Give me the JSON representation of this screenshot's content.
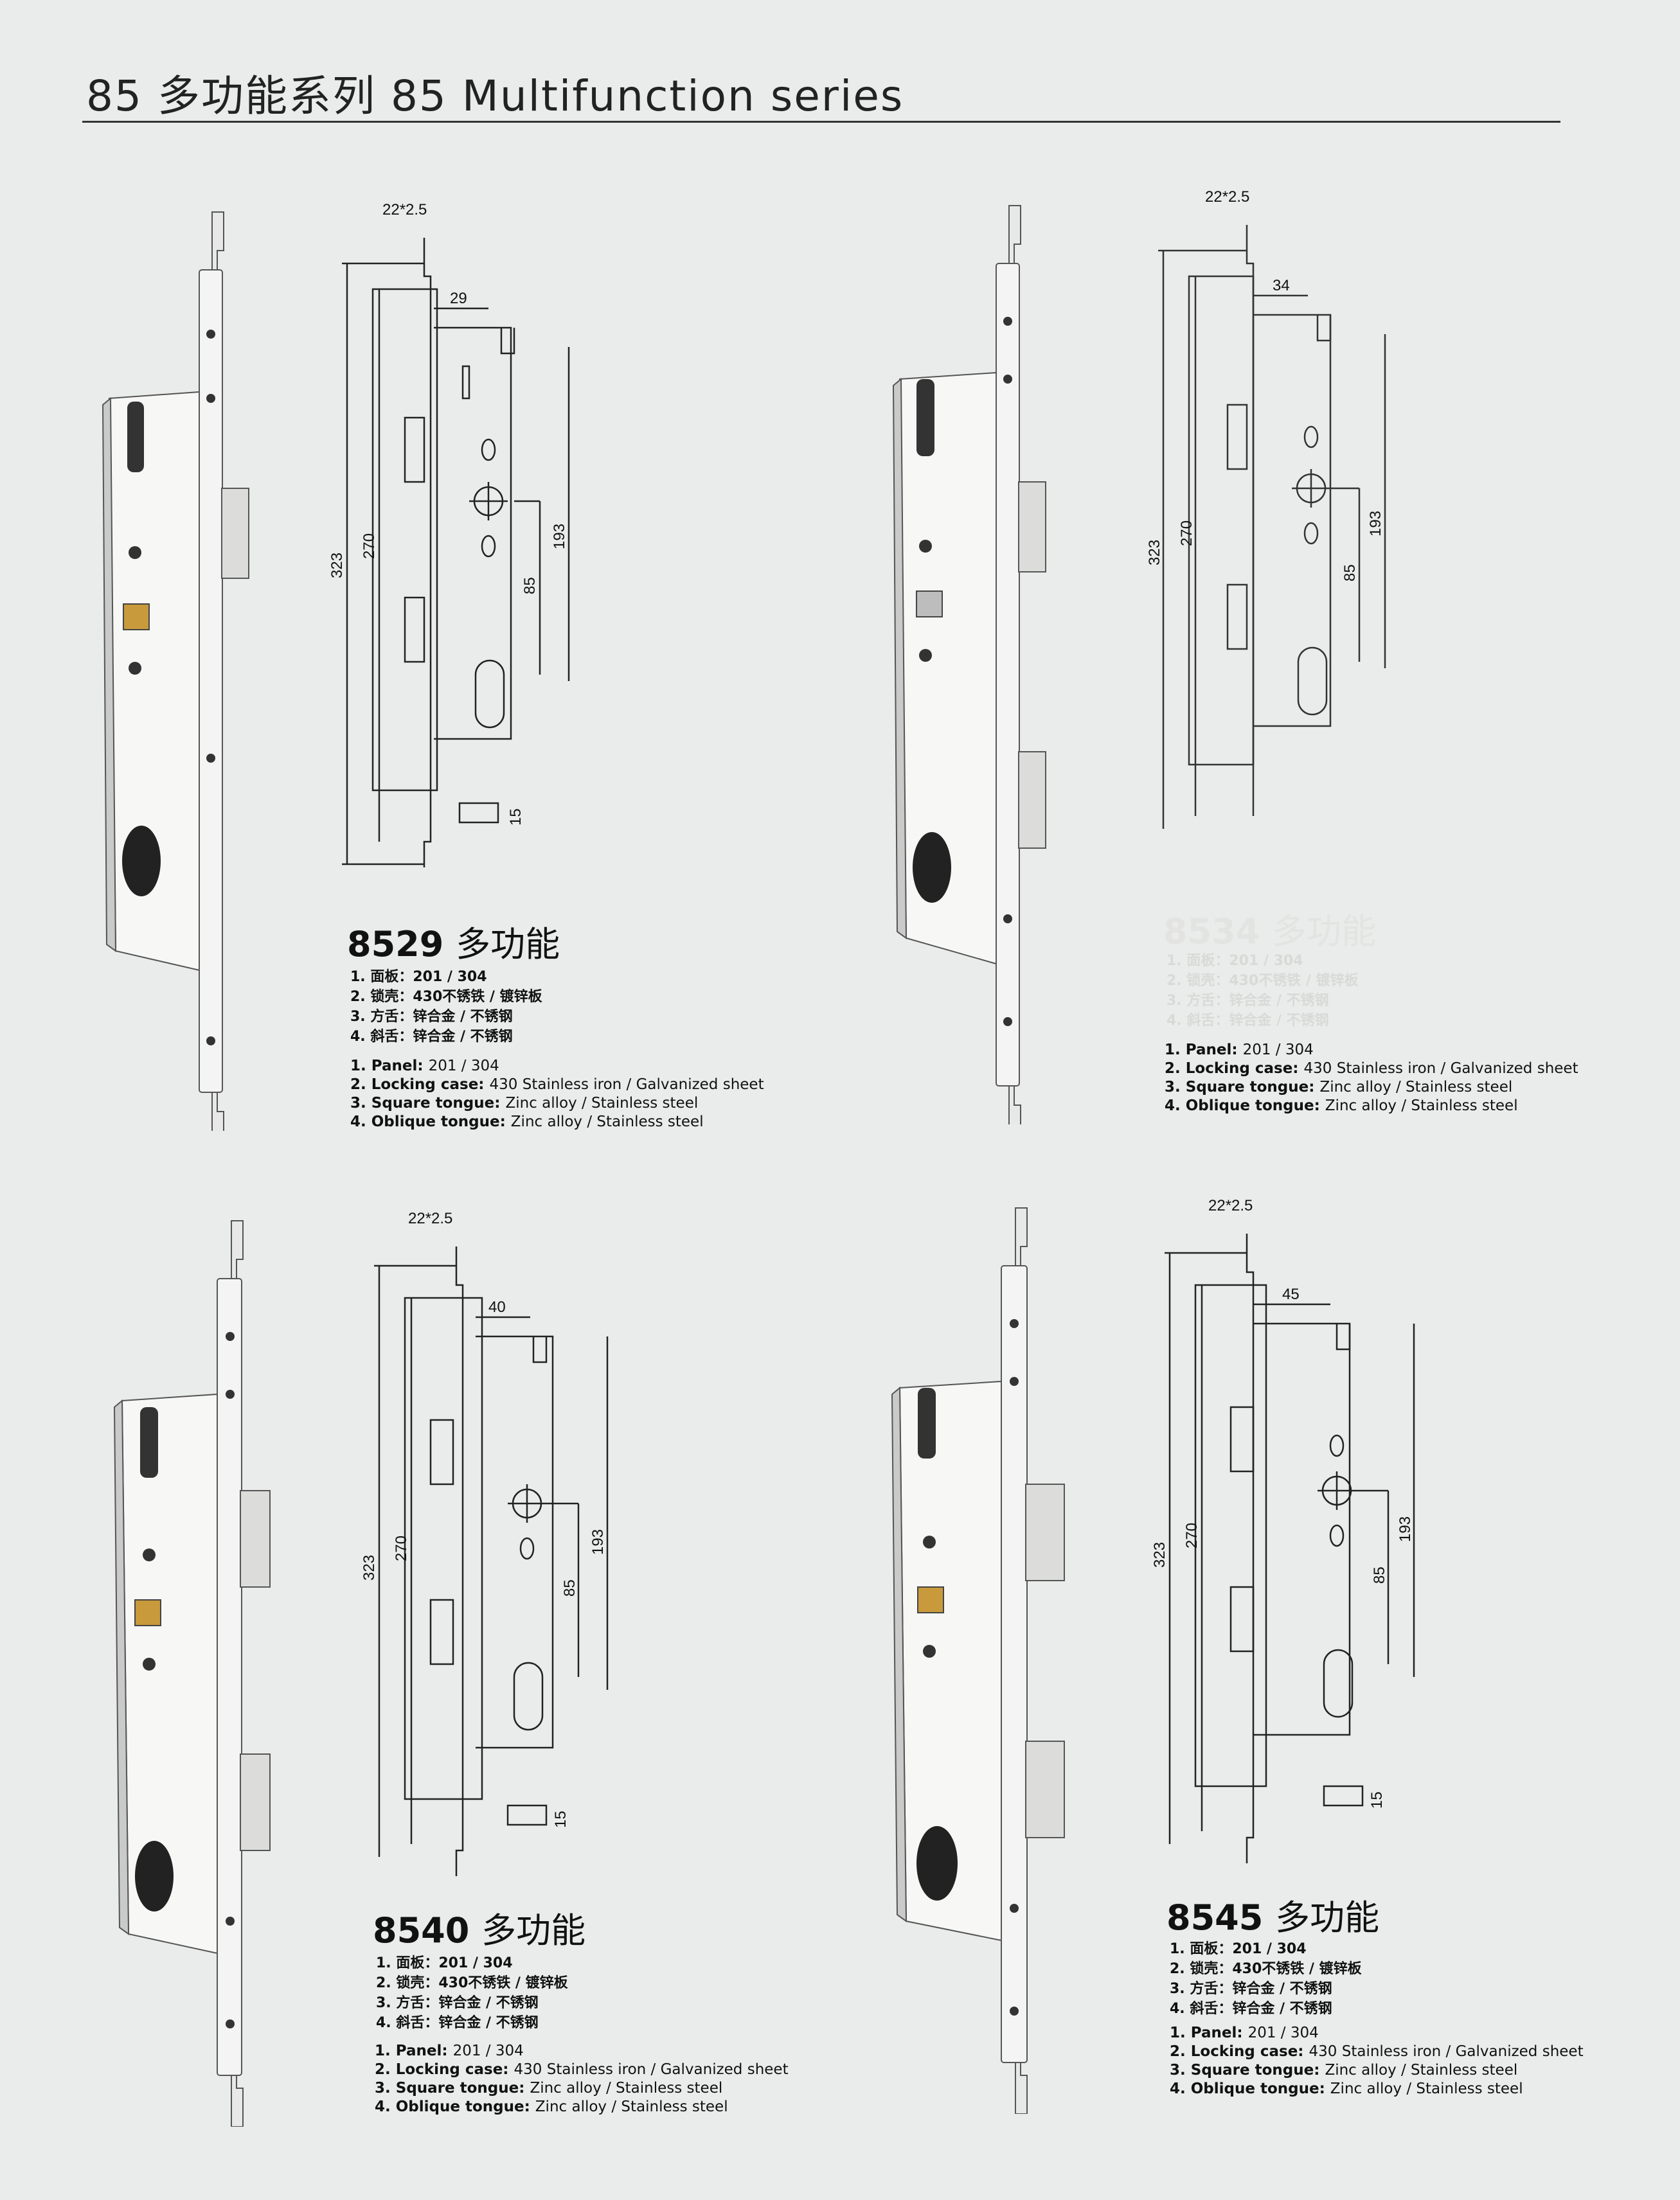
{
  "header": {
    "title": "85 多功能系列  85 Multifunction series"
  },
  "colors": {
    "background": "#e9ecea",
    "metal": "#f3f4f3",
    "outline": "#2a2a2a"
  },
  "products": [
    {
      "model": "8529",
      "suffix": "多功能",
      "dimensions": {
        "head": "22*2.5",
        "backset": "29",
        "total": "323",
        "inner": "270",
        "handle_to_cylinder": "85",
        "cylinder_span": "193",
        "slot": "15"
      },
      "specs_cn": [
        "1. 面板：201 / 304",
        "2. 锁壳：430不锈铁 / 镀锌板",
        "3. 方舌：锌合金 / 不锈钢",
        "4. 斜舌：锌合金 / 不锈钢"
      ],
      "specs_en": [
        {
          "label": "1. Panel:",
          "value": "201 / 304"
        },
        {
          "label": "2. Locking case:",
          "value": "430 Stainless iron / Galvanized sheet"
        },
        {
          "label": "3. Square tongue:",
          "value": "Zinc alloy / Stainless steel"
        },
        {
          "label": "4. Oblique tongue:",
          "value": "Zinc alloy / Stainless steel"
        }
      ]
    },
    {
      "model": "8534",
      "suffix": "多功能",
      "dimensions": {
        "head": "22*2.5",
        "backset": "34",
        "total": "323",
        "inner": "270",
        "handle_to_cylinder": "85",
        "cylinder_span": "193",
        "slot": ""
      },
      "specs_cn": [
        "1. 面板：201 / 304",
        "2. 锁壳：430不锈铁 / 镀锌板",
        "3. 方舌：锌合金 / 不锈钢",
        "4. 斜舌：锌合金 / 不锈钢"
      ],
      "specs_en": [
        {
          "label": "1. Panel:",
          "value": "201 / 304"
        },
        {
          "label": "2. Locking case:",
          "value": "430 Stainless iron / Galvanized sheet"
        },
        {
          "label": "3. Square tongue:",
          "value": "Zinc alloy / Stainless steel"
        },
        {
          "label": "4. Oblique tongue:",
          "value": "Zinc alloy / Stainless steel"
        }
      ]
    },
    {
      "model": "8540",
      "suffix": "多功能",
      "dimensions": {
        "head": "22*2.5",
        "backset": "40",
        "total": "323",
        "inner": "270",
        "handle_to_cylinder": "85",
        "cylinder_span": "193",
        "slot": "15"
      },
      "specs_cn": [
        "1. 面板：201 / 304",
        "2. 锁壳：430不锈铁 / 镀锌板",
        "3. 方舌：锌合金 / 不锈钢",
        "4. 斜舌：锌合金 / 不锈钢"
      ],
      "specs_en": [
        {
          "label": "1. Panel:",
          "value": "201 / 304"
        },
        {
          "label": "2. Locking case:",
          "value": "430 Stainless iron / Galvanized sheet"
        },
        {
          "label": "3. Square tongue:",
          "value": "Zinc alloy / Stainless steel"
        },
        {
          "label": "4. Oblique tongue:",
          "value": "Zinc alloy / Stainless steel"
        }
      ]
    },
    {
      "model": "8545",
      "suffix": "多功能",
      "dimensions": {
        "head": "22*2.5",
        "backset": "45",
        "total": "323",
        "inner": "270",
        "handle_to_cylinder": "85",
        "cylinder_span": "193",
        "slot": "15"
      },
      "specs_cn": [
        "1. 面板：201 / 304",
        "2. 锁壳：430不锈铁 / 镀锌板",
        "3. 方舌：锌合金 / 不锈钢",
        "4. 斜舌：锌合金 / 不锈钢"
      ],
      "specs_en": [
        {
          "label": "1. Panel:",
          "value": "201 / 304"
        },
        {
          "label": "2. Locking case:",
          "value": "430 Stainless iron / Galvanized sheet"
        },
        {
          "label": "3. Square tongue:",
          "value": "Zinc alloy / Stainless steel"
        },
        {
          "label": "4. Oblique tongue:",
          "value": "Zinc alloy / Stainless steel"
        }
      ]
    }
  ]
}
